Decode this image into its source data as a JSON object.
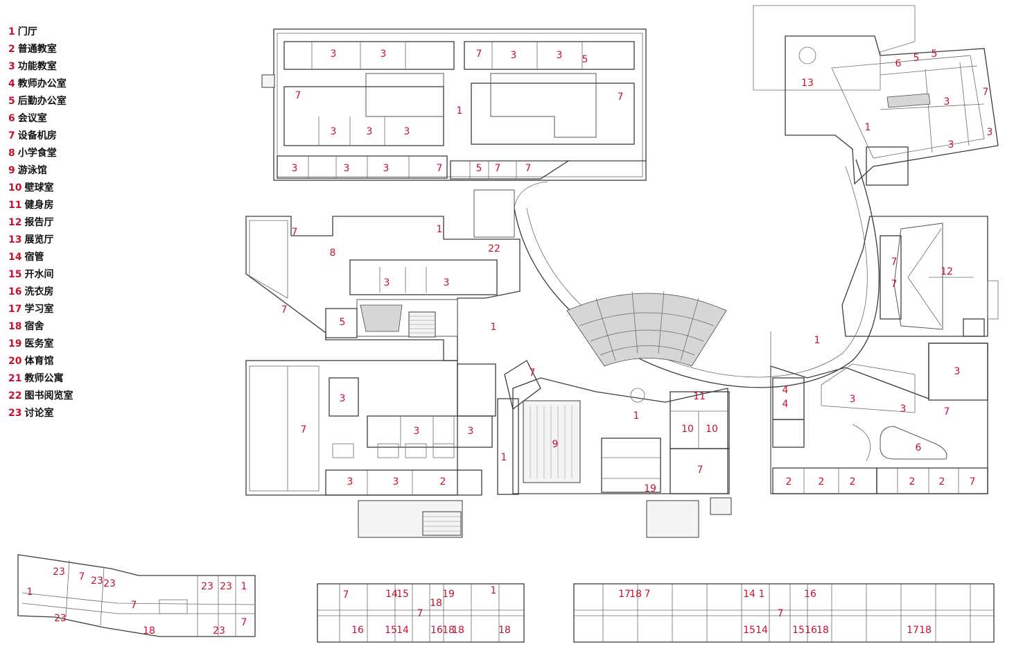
{
  "legend": [
    {
      "num": "1",
      "label": "门厅"
    },
    {
      "num": "2",
      "label": "普通教室"
    },
    {
      "num": "3",
      "label": "功能教室"
    },
    {
      "num": "4",
      "label": "教师办公室"
    },
    {
      "num": "5",
      "label": "后勤办公室"
    },
    {
      "num": "6",
      "label": "会议室"
    },
    {
      "num": "7",
      "label": "设备机房"
    },
    {
      "num": "8",
      "label": "小学食堂"
    },
    {
      "num": "9",
      "label": "游泳馆"
    },
    {
      "num": "10",
      "label": "壁球室"
    },
    {
      "num": "11",
      "label": "健身房"
    },
    {
      "num": "12",
      "label": "报告厅"
    },
    {
      "num": "13",
      "label": "展览厅"
    },
    {
      "num": "14",
      "label": "宿管"
    },
    {
      "num": "15",
      "label": "开水间"
    },
    {
      "num": "16",
      "label": "洗衣房"
    },
    {
      "num": "17",
      "label": "学习室"
    },
    {
      "num": "18",
      "label": "宿舍"
    },
    {
      "num": "19",
      "label": "医务室"
    },
    {
      "num": "20",
      "label": "体育馆"
    },
    {
      "num": "21",
      "label": "教师公寓"
    },
    {
      "num": "22",
      "label": "图书阅览室"
    },
    {
      "num": "23",
      "label": "讨论室"
    }
  ],
  "room_labels": [
    "3",
    "3",
    "7",
    "3",
    "3",
    "5",
    "7",
    "7",
    "1",
    "3",
    "3",
    "3",
    "3",
    "3",
    "3",
    "7",
    "5",
    "7",
    "7",
    "13",
    "6",
    "5",
    "5",
    "7",
    "3",
    "1",
    "3",
    "3",
    "7",
    "1",
    "8",
    "22",
    "3",
    "3",
    "7",
    "5",
    "1",
    "7",
    "12",
    "7",
    "1",
    "3",
    "7",
    "3",
    "3",
    "7",
    "1",
    "11",
    "10",
    "10",
    "7",
    "9",
    "1",
    "19",
    "4",
    "4",
    "3",
    "3",
    "7",
    "6",
    "3",
    "3",
    "3",
    "2",
    "2",
    "2",
    "2",
    "2",
    "2",
    "7",
    "23",
    "7",
    "23",
    "23",
    "23",
    "23",
    "1",
    "1",
    "7",
    "23",
    "7",
    "23",
    "18",
    "7",
    "14",
    "15",
    "19",
    "1",
    "7",
    "18",
    "16",
    "15",
    "14",
    "16",
    "18",
    "18",
    "18",
    "17",
    "18",
    "7",
    "14",
    "1",
    "7",
    "16",
    "15",
    "14",
    "15",
    "16",
    "18",
    "17",
    "18"
  ]
}
